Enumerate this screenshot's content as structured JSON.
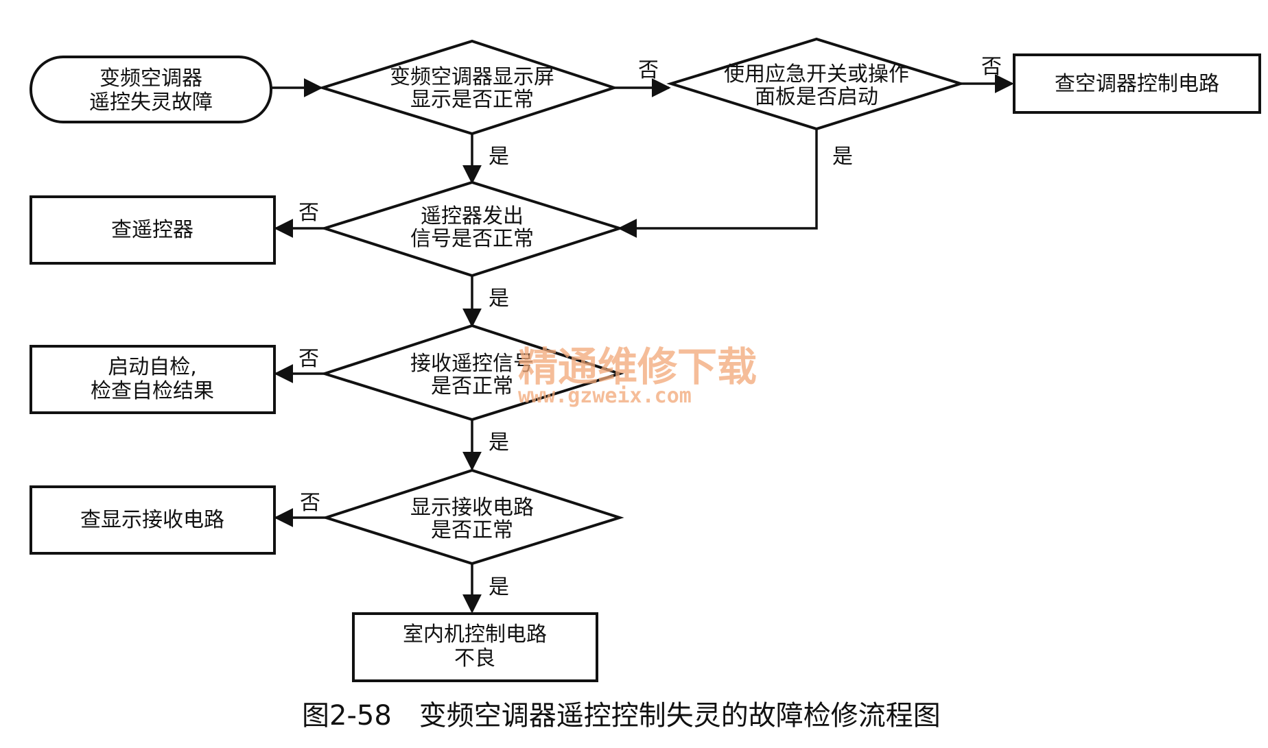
{
  "nodes": {
    "start": [
      "变频空调器",
      "遥控失灵故障"
    ],
    "d_display": [
      "变频空调器显示屏",
      "显示是否正常"
    ],
    "d_emergency": [
      "使用应急开关或操作",
      "面板是否启动"
    ],
    "p_check_control": [
      "查空调器控制电路"
    ],
    "d_signal": [
      "遥控器发出",
      "信号是否正常"
    ],
    "p_check_remote": [
      "查遥控器"
    ],
    "d_receive": [
      "接收遥控信号",
      "是否正常"
    ],
    "p_selftest": [
      "启动自检,",
      "检查自检结果"
    ],
    "d_receive_circuit": [
      "显示接收电路",
      "是否正常"
    ],
    "p_check_receive": [
      "查显示接收电路"
    ],
    "end": [
      "室内机控制电路",
      "不良"
    ]
  },
  "labels": {
    "yes": "是",
    "no": "否"
  },
  "watermark": {
    "main": "精通维修下载",
    "url": "www.gzweix.com"
  },
  "caption": "图2-58　变频空调器遥控控制失灵的故障检修流程图"
}
